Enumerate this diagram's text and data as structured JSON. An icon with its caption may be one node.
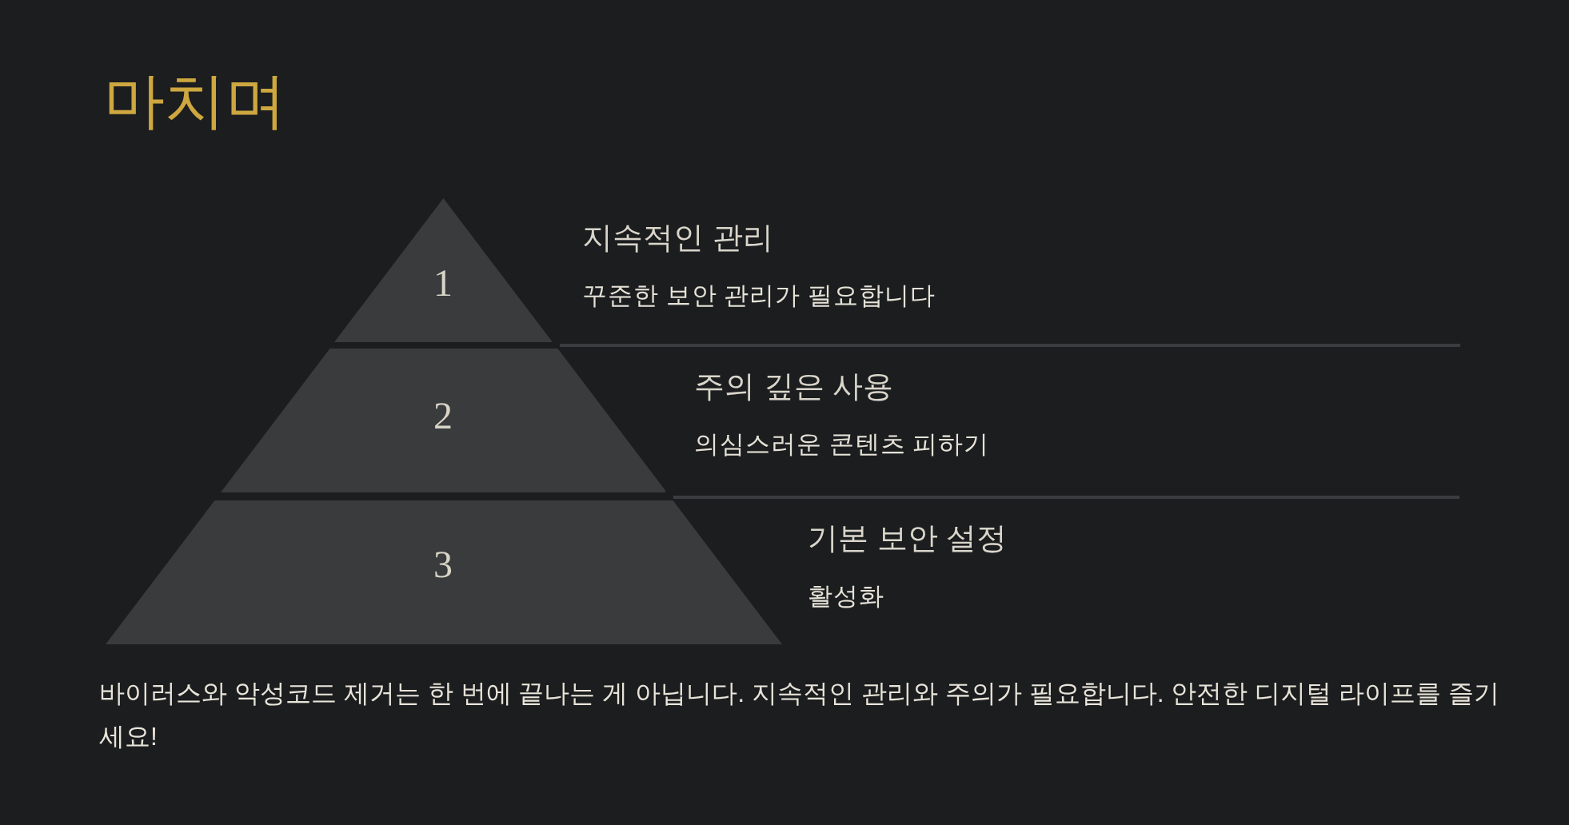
{
  "diagram": {
    "title": "마치며",
    "nodes": [
      {
        "text": [
          "1"
        ],
        "beside": [
          "지속적인 관리",
          "꾸준한 보안 관리가 필요합니다"
        ]
      },
      {
        "text": [
          "2"
        ],
        "beside": [
          "주의 깊은 사용",
          "의심스러운 콘텐츠 피하기"
        ]
      },
      {
        "text": [
          "3"
        ],
        "beside": [
          "기본 보안 설정",
          "활성화"
        ]
      }
    ],
    "labels": [
      "바이러스와 악성코드 제거는 한 번에 끝나는 게 아닙니다. 지속적인 관리와 주의가 필요합니다. 안전한 디지털 라이프를 즐기세요!"
    ]
  }
}
